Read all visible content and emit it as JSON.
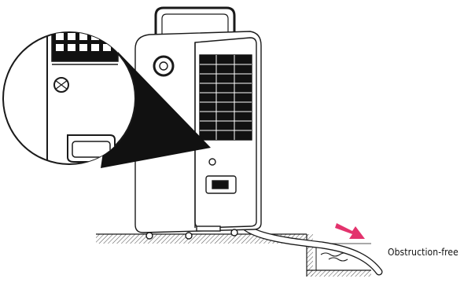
{
  "diagram": {
    "label": "Obstruction-free",
    "colors": {
      "line": "#1a1a1a",
      "fill_dark": "#111111",
      "fill_body": "#ffffff",
      "hatch": "#555555",
      "arrow": "#e3336d"
    },
    "icons": [
      "dehumidifier-unit",
      "magnifier-callout",
      "drain-hose",
      "floor-ledge",
      "drain-water",
      "flow-arrow"
    ]
  }
}
